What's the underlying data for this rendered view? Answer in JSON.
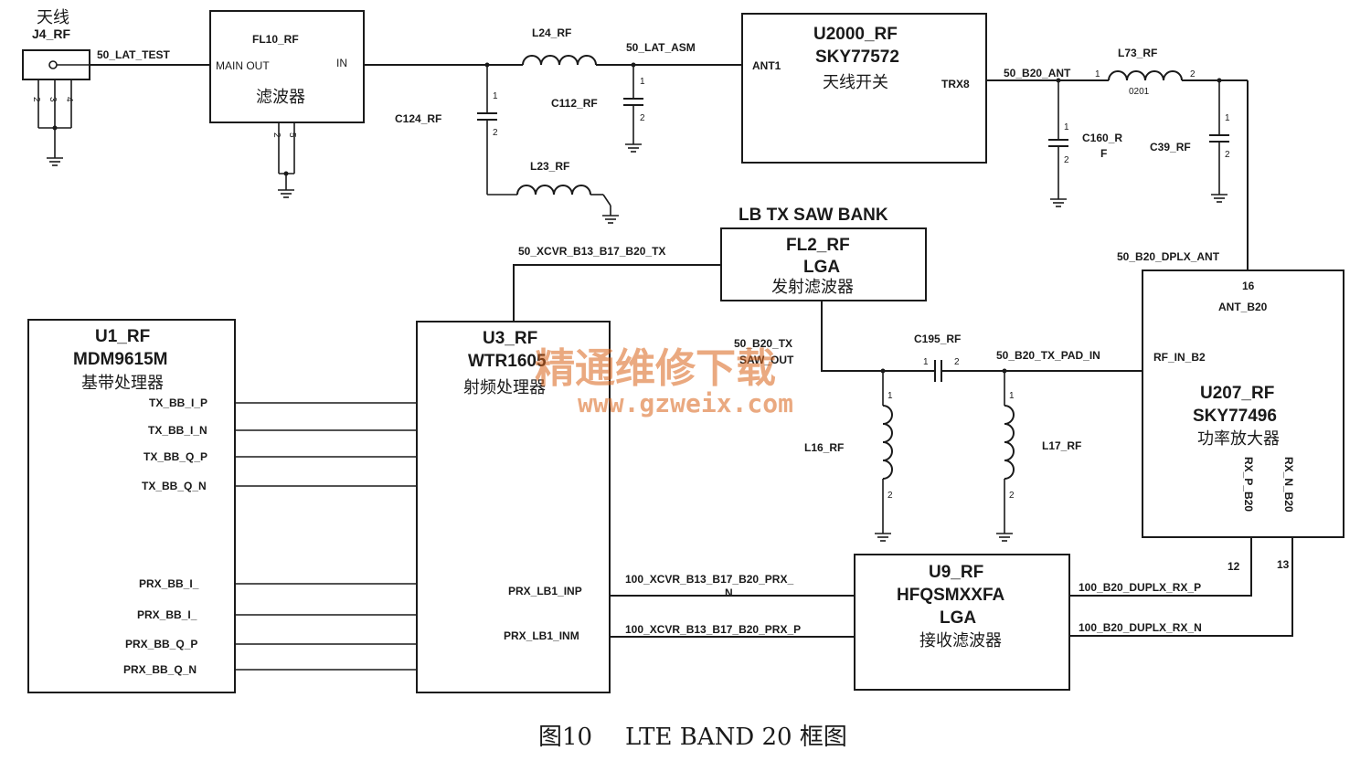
{
  "antenna": {
    "label": "天线",
    "ref": "J4_RF",
    "pins": [
      "2",
      "3",
      "4"
    ]
  },
  "nets": {
    "lat_test": "50_LAT_TEST",
    "lat_asm": "50_LAT_ASM",
    "b20_ant": "50_B20_ANT",
    "b20_dplx_ant": "50_B20_DPLX_ANT",
    "xcvr_tx": "50_XCVR_B13_B17_B20_TX",
    "b20_tx_saw_out_1": "50_B20_TX",
    "b20_tx_saw_out_2": "SAW_OUT",
    "b20_tx_pad_in": "50_B20_TX_PAD_IN",
    "prx_n_1": "100_XCVR_B13_B17_B20_PRX_",
    "prx_n_2": "N",
    "prx_p": "100_XCVR_B13_B17_B20_PRX_P",
    "duplx_rx_p": "100_B20_DUPLX_RX_P",
    "duplx_rx_n": "100_B20_DUPLX_RX_N"
  },
  "fl10": {
    "ref": "FL10_RF",
    "pin_main_out": "MAIN OUT",
    "pin_in": "IN",
    "desc": "滤波器",
    "gnd_pins": [
      "2",
      "5"
    ]
  },
  "u2000": {
    "ref": "U2000_RF",
    "part": "SKY77572",
    "desc": "天线开关",
    "pin_ant": "ANT1",
    "pin_trx": "TRX8"
  },
  "fl2": {
    "heading": "LB TX SAW BANK",
    "ref": "FL2_RF",
    "part": "LGA",
    "desc": "发射滤波器"
  },
  "u1": {
    "ref": "U1_RF",
    "part": "MDM9615M",
    "desc": "基带处理器",
    "pins": [
      "TX_BB_I_P",
      "TX_BB_I_N",
      "TX_BB_Q_P",
      "TX_BB_Q_N",
      "PRX_BB_I_",
      "PRX_BB_I_",
      "PRX_BB_Q_P",
      "PRX_BB_Q_N"
    ]
  },
  "u3": {
    "ref": "U3_RF",
    "part": "WTR1605",
    "desc": "射频处理器",
    "pin_inp": "PRX_LB1_INP",
    "pin_inm": "PRX_LB1_INM"
  },
  "u207": {
    "ref": "U207_RF",
    "part": "SKY77496",
    "desc": "功率放大器",
    "pin16": "16",
    "pin_ant": "ANT_B20",
    "pin_rf_in": "RF_IN_B2",
    "pin_rx_p": "RX_P_B20",
    "pin_rx_n": "RX_N_B20",
    "pin12": "12",
    "pin13": "13"
  },
  "u9": {
    "ref": "U9_RF",
    "part": "HFQSMXXFA",
    "part2": "LGA",
    "desc": "接收滤波器"
  },
  "passives": {
    "l24": "L24_RF",
    "c112": "C112_RF",
    "c124": "C124_RF",
    "l23": "L23_RF",
    "l73": "L73_RF",
    "l73_size": "0201",
    "c160_1": "C160_R",
    "c160_2": "F",
    "c39": "C39_RF",
    "c195": "C195_RF",
    "l16": "L16_RF",
    "l17": "L17_RF"
  },
  "pin_numbers": {
    "one": "1",
    "two": "2"
  },
  "watermark": {
    "cn": "精通维修下载",
    "url": "www.gzweix.com"
  },
  "caption": {
    "figure": "图10",
    "title": "LTE BAND 20 框图"
  }
}
